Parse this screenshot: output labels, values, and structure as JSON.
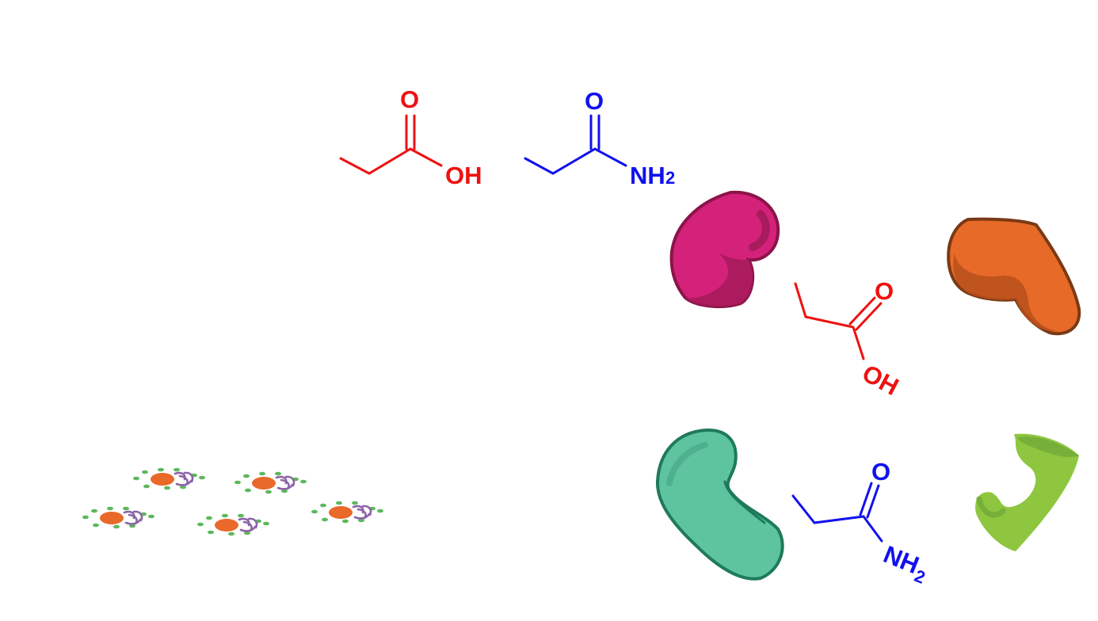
{
  "colors": {
    "acid": "#ee1111",
    "amide": "#1111ee",
    "magenta": "#d4217a",
    "magenta_dark": "#8a1448",
    "magenta_shade": "#a81b5c",
    "orange": "#e86a28",
    "orange_dark": "#7a3a14",
    "orange_shade": "#b8501c",
    "teal": "#5ec4a0",
    "teal_dark": "#1f7a5a",
    "teal_shade": "#4fb08f",
    "lime": "#8ec63f",
    "lime_shade": "#76b03a",
    "bacteria_body": "#e8692a",
    "bacteria_tail": "#8c64a8",
    "bacteria_dots": "#5cb85c"
  },
  "top": {
    "acid": {
      "o_label": "O",
      "oh_label": "OH"
    },
    "amide": {
      "o_label": "O",
      "nh_label": "NH",
      "nh_sub": "2"
    }
  },
  "right": {
    "acid": {
      "o_label": "O",
      "oh_label": "OH"
    },
    "amide": {
      "o_label": "O",
      "nh_label": "NH",
      "nh_sub": "2"
    },
    "enzymes": [
      {
        "name": "magenta-enzyme",
        "color": "magenta"
      },
      {
        "name": "orange-enzyme",
        "color": "orange"
      },
      {
        "name": "teal-enzyme",
        "color": "teal"
      },
      {
        "name": "lime-enzyme",
        "color": "lime"
      }
    ]
  },
  "bacteria_count": 5
}
